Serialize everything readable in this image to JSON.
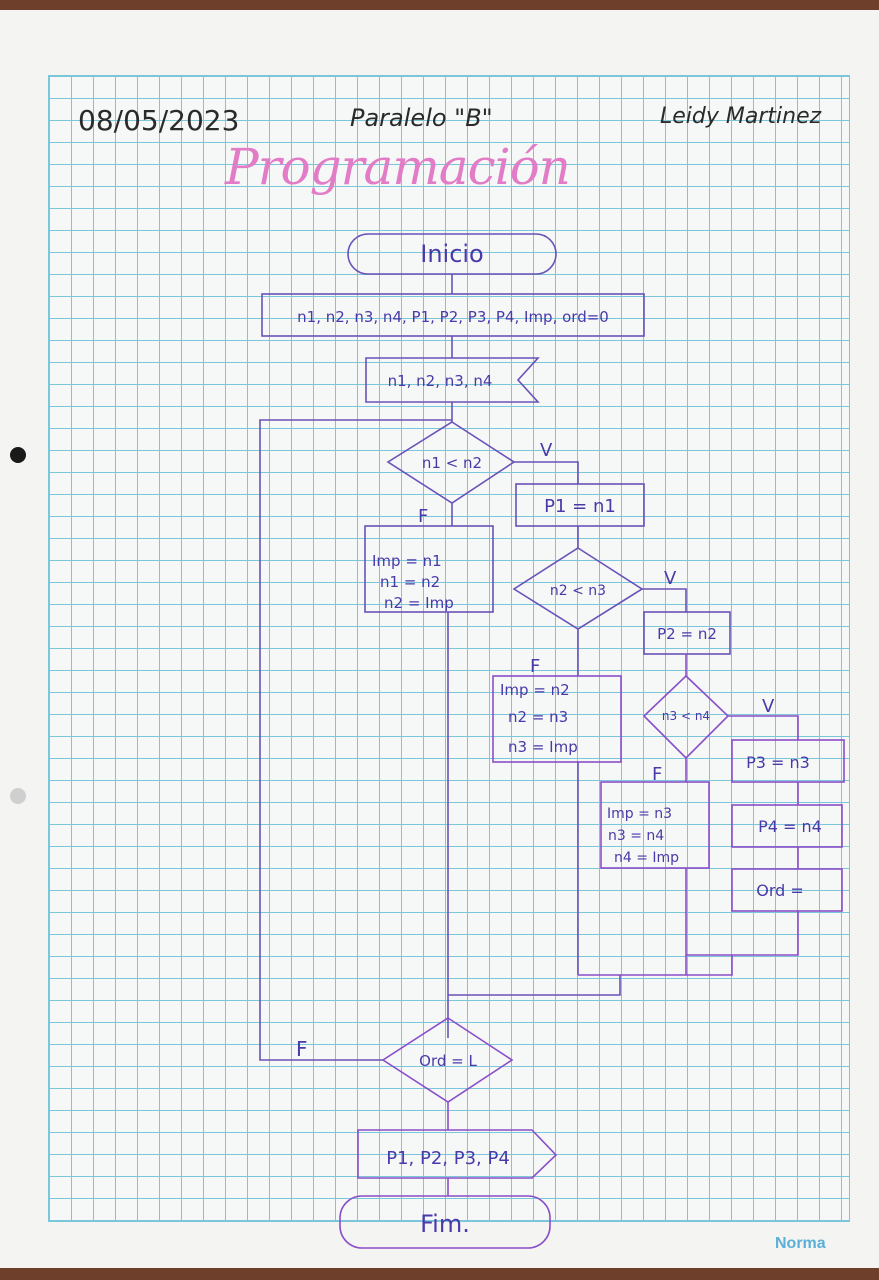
{
  "header": {
    "date": "08/05/2023",
    "group": "Paralelo \"B\"",
    "author": "Leidy Martinez"
  },
  "title": "Programación",
  "brand": "Norma",
  "flowchart": {
    "start": "Inicio",
    "declare": "n1, n2, n3, n4, P1, P2, P3, P4, Imp, ord=0",
    "input": "n1, n2, n3, n4",
    "decision1": "n1 < n2",
    "d1_true": "V",
    "d1_false": "F",
    "p1_assign": "P1 = n1",
    "swap1": [
      "Imp = n1",
      "n1 = n2",
      "n2 = Imp"
    ],
    "decision2": "n2 < n3",
    "d2_true": "V",
    "d2_false": "F",
    "p2_assign": "P2 = n2",
    "swap2": [
      "Imp = n2",
      "n2 = n3",
      "n3 = Imp"
    ],
    "decision3": "n3 < n4",
    "d3_true": "V",
    "d3_false": "F",
    "p3_assign": "P3 = n3",
    "p4_assign": "P4 = n4",
    "ord_assign": "Ord =",
    "swap3": [
      "Imp = n3",
      "n3 = n4",
      "n4 = Imp"
    ],
    "decision4": "Ord = L",
    "d4_false": "F",
    "output": "P1, P2, P3, P4",
    "end": "Fim."
  },
  "colors": {
    "ink": "#4a3aa8",
    "title": "#e27cc7",
    "grid": "#7cc6dc"
  }
}
